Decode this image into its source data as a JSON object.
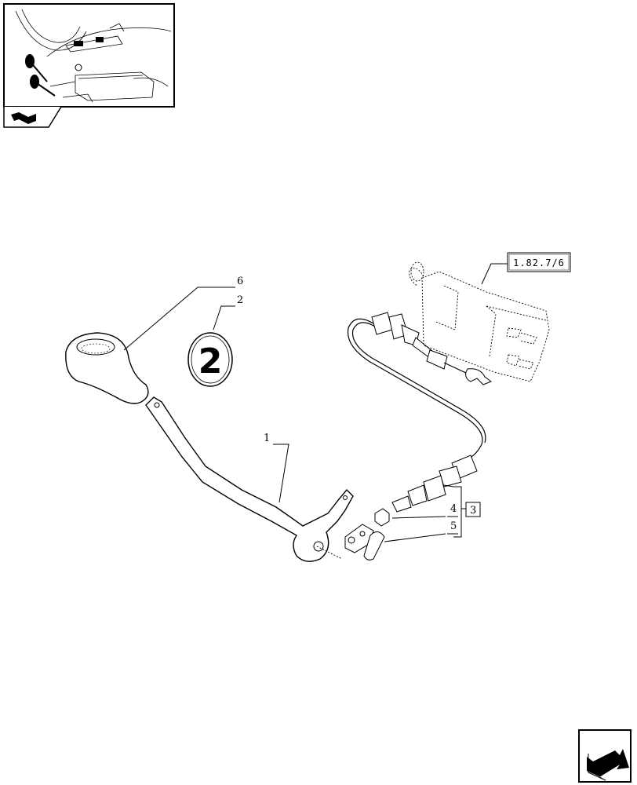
{
  "callouts": {
    "lever": "1",
    "kit": "2",
    "cable_group": "3",
    "nut": "4",
    "clip": "5",
    "knob": "6"
  },
  "kit_badge": "2",
  "reference": "1.82.7/6",
  "icons": [
    "tractor-cab-thumbnail",
    "section-flag-icon",
    "next-page-arrow-icon"
  ]
}
